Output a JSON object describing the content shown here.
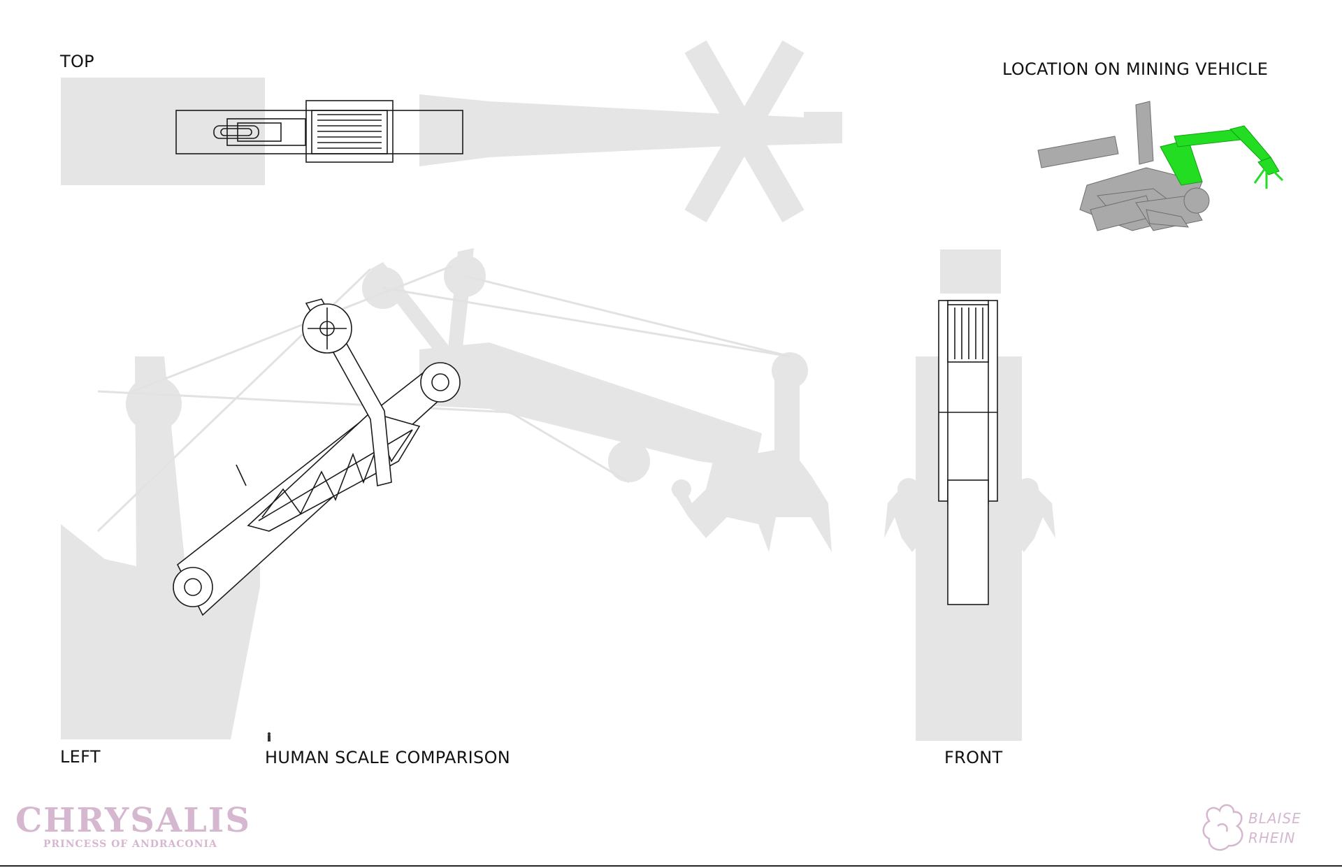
{
  "views": {
    "top": "TOP",
    "left": "LEFT",
    "front": "FRONT",
    "location": "LOCATION ON MINING VEHICLE",
    "human_scale": "HUMAN SCALE COMPARISON"
  },
  "branding": {
    "title": "CHRYSALIS",
    "subtitle": "PRINCESS OF ANDRACONIA",
    "signature_line1": "BLAISE",
    "signature_line2": "RHEIN"
  },
  "colors": {
    "silhouette": "#e5e5e5",
    "line": "#1a1a1a",
    "highlight": "#22dd22",
    "vehicle": "#a9a9a9",
    "branding": "#d5b7cf"
  }
}
